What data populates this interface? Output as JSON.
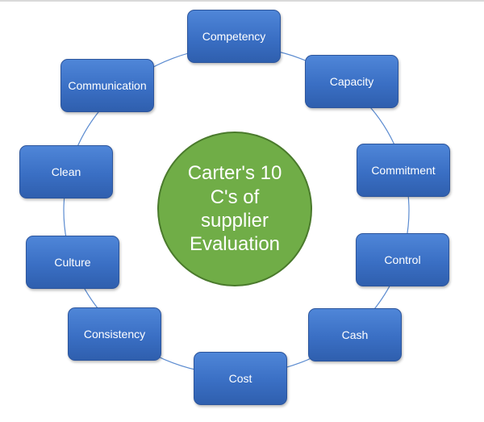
{
  "diagram": {
    "center": "Carter's 10\nC's of\nsupplier\nEvaluation",
    "nodes": [
      "Competency",
      "Capacity",
      "Commitment",
      "Control",
      "Cash",
      "Cost",
      "Consistency",
      "Culture",
      "Clean",
      "Communication"
    ]
  },
  "colors": {
    "node_fill": "#4472c4",
    "center_fill": "#70ad47",
    "ring_line": "#5b8bd0"
  }
}
